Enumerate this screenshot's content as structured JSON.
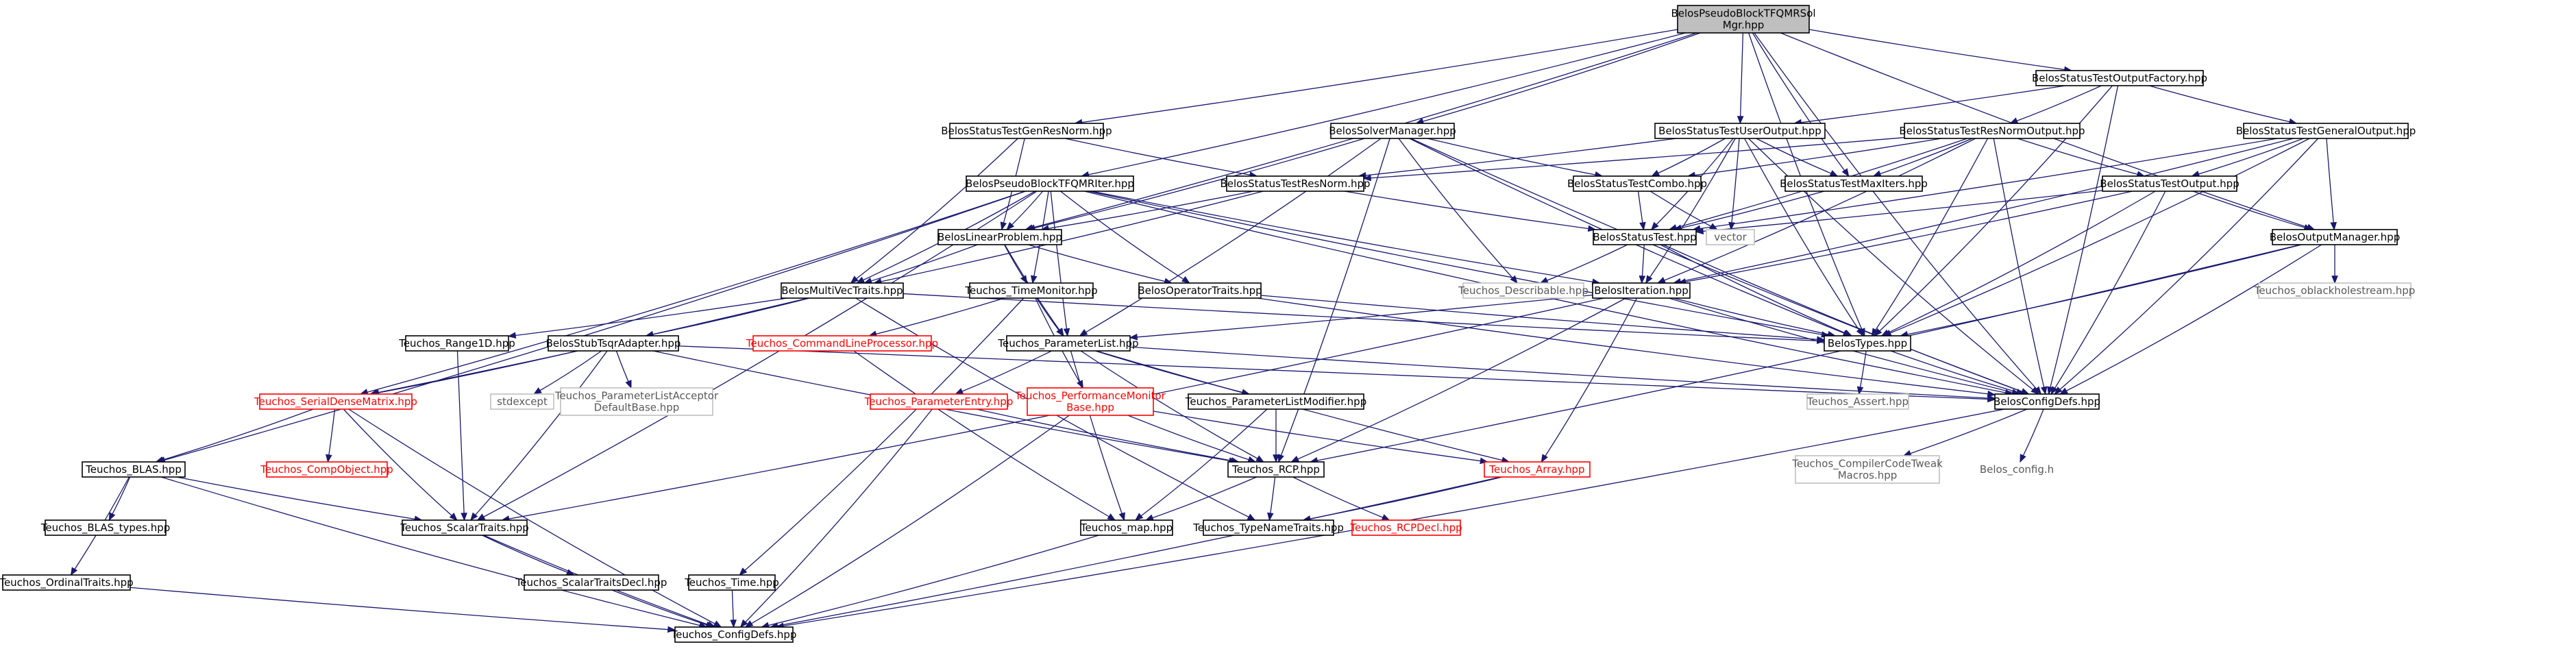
{
  "diagram": {
    "nodes": [
      {
        "id": "root",
        "lines": [
          "BelosPseudoBlockTFQMRSol",
          "Mgr.hpp"
        ],
        "kind": "root"
      },
      {
        "id": "gen_res_norm",
        "lines": [
          "BelosStatusTestGenResNorm.hpp"
        ],
        "kind": "normal"
      },
      {
        "id": "solver_manager",
        "lines": [
          "BelosSolverManager.hpp"
        ],
        "kind": "normal"
      },
      {
        "id": "user_output",
        "lines": [
          "BelosStatusTestUserOutput.hpp"
        ],
        "kind": "normal"
      },
      {
        "id": "output_factory",
        "lines": [
          "BelosStatusTestOutputFactory.hpp"
        ],
        "kind": "normal"
      },
      {
        "id": "res_norm_output",
        "lines": [
          "BelosStatusTestResNormOutput.hpp"
        ],
        "kind": "normal"
      },
      {
        "id": "general_output",
        "lines": [
          "BelosStatusTestGeneralOutput.hpp"
        ],
        "kind": "normal"
      },
      {
        "id": "tfqmr_iter",
        "lines": [
          "BelosPseudoBlockTFQMRIter.hpp"
        ],
        "kind": "normal"
      },
      {
        "id": "res_norm",
        "lines": [
          "BelosStatusTestResNorm.hpp"
        ],
        "kind": "normal"
      },
      {
        "id": "combo",
        "lines": [
          "BelosStatusTestCombo.hpp"
        ],
        "kind": "normal"
      },
      {
        "id": "max_iters",
        "lines": [
          "BelosStatusTestMaxIters.hpp"
        ],
        "kind": "normal"
      },
      {
        "id": "test_output",
        "lines": [
          "BelosStatusTestOutput.hpp"
        ],
        "kind": "normal"
      },
      {
        "id": "linear_problem",
        "lines": [
          "BelosLinearProblem.hpp"
        ],
        "kind": "normal"
      },
      {
        "id": "status_test",
        "lines": [
          "BelosStatusTest.hpp"
        ],
        "kind": "normal"
      },
      {
        "id": "vector",
        "lines": [
          "vector"
        ],
        "kind": "gray"
      },
      {
        "id": "output_manager",
        "lines": [
          "BelosOutputManager.hpp"
        ],
        "kind": "normal"
      },
      {
        "id": "multivec",
        "lines": [
          "BelosMultiVecTraits.hpp"
        ],
        "kind": "normal"
      },
      {
        "id": "time_monitor",
        "lines": [
          "Teuchos_TimeMonitor.hpp"
        ],
        "kind": "normal"
      },
      {
        "id": "operator_traits",
        "lines": [
          "BelosOperatorTraits.hpp"
        ],
        "kind": "normal"
      },
      {
        "id": "describable",
        "lines": [
          "Teuchos_Describable.hpp"
        ],
        "kind": "gray"
      },
      {
        "id": "iteration",
        "lines": [
          "BelosIteration.hpp"
        ],
        "kind": "normal"
      },
      {
        "id": "oblackhole",
        "lines": [
          "Teuchos_oblackholestream.hpp"
        ],
        "kind": "gray"
      },
      {
        "id": "range1d",
        "lines": [
          "Teuchos_Range1D.hpp"
        ],
        "kind": "normal"
      },
      {
        "id": "stub_tsqr",
        "lines": [
          "BelosStubTsqrAdapter.hpp"
        ],
        "kind": "normal"
      },
      {
        "id": "cmdline",
        "lines": [
          "Teuchos_CommandLineProcessor.hpp"
        ],
        "kind": "red"
      },
      {
        "id": "param_list",
        "lines": [
          "Teuchos_ParameterList.hpp"
        ],
        "kind": "normal"
      },
      {
        "id": "belos_types",
        "lines": [
          "BelosTypes.hpp"
        ],
        "kind": "normal"
      },
      {
        "id": "serial_dense",
        "lines": [
          "Teuchos_SerialDenseMatrix.hpp"
        ],
        "kind": "red"
      },
      {
        "id": "stdexcept",
        "lines": [
          "stdexcept"
        ],
        "kind": "gray"
      },
      {
        "id": "plist_acceptor",
        "lines": [
          "Teuchos_ParameterListAcceptor",
          "DefaultBase.hpp"
        ],
        "kind": "gray"
      },
      {
        "id": "param_entry",
        "lines": [
          "Teuchos_ParameterEntry.hpp"
        ],
        "kind": "red"
      },
      {
        "id": "perf_monitor",
        "lines": [
          "Teuchos_PerformanceMonitor",
          "Base.hpp"
        ],
        "kind": "red"
      },
      {
        "id": "plist_modifier",
        "lines": [
          "Teuchos_ParameterListModifier.hpp"
        ],
        "kind": "normal"
      },
      {
        "id": "assert",
        "lines": [
          "Teuchos_Assert.hpp"
        ],
        "kind": "gray"
      },
      {
        "id": "belos_config",
        "lines": [
          "BelosConfigDefs.hpp"
        ],
        "kind": "normal"
      },
      {
        "id": "blas",
        "lines": [
          "Teuchos_BLAS.hpp"
        ],
        "kind": "normal"
      },
      {
        "id": "comp_object",
        "lines": [
          "Teuchos_CompObject.hpp"
        ],
        "kind": "red"
      },
      {
        "id": "rcp",
        "lines": [
          "Teuchos_RCP.hpp"
        ],
        "kind": "normal"
      },
      {
        "id": "array",
        "lines": [
          "Teuchos_Array.hpp"
        ],
        "kind": "red"
      },
      {
        "id": "compiler_tweak",
        "lines": [
          "Teuchos_CompilerCodeTweak",
          "Macros.hpp"
        ],
        "kind": "gray"
      },
      {
        "id": "belos_config_h",
        "lines": [
          "Belos_config.h"
        ],
        "kind": "none"
      },
      {
        "id": "blas_types",
        "lines": [
          "Teuchos_BLAS_types.hpp"
        ],
        "kind": "normal"
      },
      {
        "id": "scalar_traits",
        "lines": [
          "Teuchos_ScalarTraits.hpp"
        ],
        "kind": "normal"
      },
      {
        "id": "rcp_decl",
        "lines": [
          "Teuchos_RCPDecl.hpp"
        ],
        "kind": "red"
      },
      {
        "id": "map",
        "lines": [
          "Teuchos_map.hpp"
        ],
        "kind": "normal"
      },
      {
        "id": "typename_traits",
        "lines": [
          "Teuchos_TypeNameTraits.hpp"
        ],
        "kind": "normal"
      },
      {
        "id": "ordinal_traits",
        "lines": [
          "Teuchos_OrdinalTraits.hpp"
        ],
        "kind": "normal"
      },
      {
        "id": "scalar_traits_decl",
        "lines": [
          "Teuchos_ScalarTraitsDecl.hpp"
        ],
        "kind": "normal"
      },
      {
        "id": "time",
        "lines": [
          "Teuchos_Time.hpp"
        ],
        "kind": "normal"
      },
      {
        "id": "teuchos_config",
        "lines": [
          "Teuchos_ConfigDefs.hpp"
        ],
        "kind": "normal"
      }
    ],
    "edges": [
      [
        "root",
        "gen_res_norm"
      ],
      [
        "root",
        "solver_manager"
      ],
      [
        "root",
        "user_output"
      ],
      [
        "root",
        "output_factory"
      ],
      [
        "root",
        "tfqmr_iter"
      ],
      [
        "root",
        "linear_problem"
      ],
      [
        "root",
        "max_iters"
      ],
      [
        "root",
        "output_manager"
      ],
      [
        "root",
        "belos_types"
      ],
      [
        "root",
        "belos_config"
      ],
      [
        "gen_res_norm",
        "res_norm"
      ],
      [
        "gen_res_norm",
        "linear_problem"
      ],
      [
        "gen_res_norm",
        "multivec"
      ],
      [
        "solver_manager",
        "linear_problem"
      ],
      [
        "solver_manager",
        "combo"
      ],
      [
        "solver_manager",
        "describable"
      ],
      [
        "solver_manager",
        "param_list"
      ],
      [
        "solver_manager",
        "belos_types"
      ],
      [
        "solver_manager",
        "belos_config"
      ],
      [
        "solver_manager",
        "rcp"
      ],
      [
        "user_output",
        "res_norm"
      ],
      [
        "user_output",
        "combo"
      ],
      [
        "user_output",
        "max_iters"
      ],
      [
        "user_output",
        "status_test"
      ],
      [
        "user_output",
        "vector"
      ],
      [
        "user_output",
        "iteration"
      ],
      [
        "user_output",
        "belos_types"
      ],
      [
        "user_output",
        "belos_config"
      ],
      [
        "output_factory",
        "user_output"
      ],
      [
        "output_factory",
        "res_norm_output"
      ],
      [
        "output_factory",
        "general_output"
      ],
      [
        "output_factory",
        "belos_types"
      ],
      [
        "output_factory",
        "belos_config"
      ],
      [
        "res_norm_output",
        "res_norm"
      ],
      [
        "res_norm_output",
        "combo"
      ],
      [
        "res_norm_output",
        "max_iters"
      ],
      [
        "res_norm_output",
        "test_output"
      ],
      [
        "res_norm_output",
        "status_test"
      ],
      [
        "res_norm_output",
        "iteration"
      ],
      [
        "res_norm_output",
        "belos_types"
      ],
      [
        "res_norm_output",
        "belos_config"
      ],
      [
        "general_output",
        "test_output"
      ],
      [
        "general_output",
        "status_test"
      ],
      [
        "general_output",
        "output_manager"
      ],
      [
        "general_output",
        "iteration"
      ],
      [
        "general_output",
        "belos_types"
      ],
      [
        "general_output",
        "belos_config"
      ],
      [
        "tfqmr_iter",
        "linear_problem"
      ],
      [
        "tfqmr_iter",
        "multivec"
      ],
      [
        "tfqmr_iter",
        "time_monitor"
      ],
      [
        "tfqmr_iter",
        "operator_traits"
      ],
      [
        "tfqmr_iter",
        "iteration"
      ],
      [
        "tfqmr_iter",
        "param_list"
      ],
      [
        "tfqmr_iter",
        "belos_types"
      ],
      [
        "tfqmr_iter",
        "belos_config"
      ],
      [
        "tfqmr_iter",
        "blas"
      ],
      [
        "tfqmr_iter",
        "scalar_traits"
      ],
      [
        "tfqmr_iter",
        "serial_dense"
      ],
      [
        "res_norm",
        "status_test"
      ],
      [
        "res_norm",
        "multivec"
      ],
      [
        "res_norm",
        "linear_problem"
      ],
      [
        "combo",
        "status_test"
      ],
      [
        "combo",
        "vector"
      ],
      [
        "max_iters",
        "status_test"
      ],
      [
        "test_output",
        "status_test"
      ],
      [
        "test_output",
        "output_manager"
      ],
      [
        "test_output",
        "iteration"
      ],
      [
        "test_output",
        "belos_types"
      ],
      [
        "test_output",
        "belos_config"
      ],
      [
        "linear_problem",
        "multivec"
      ],
      [
        "linear_problem",
        "operator_traits"
      ],
      [
        "linear_problem",
        "time_monitor"
      ],
      [
        "linear_problem",
        "param_list"
      ],
      [
        "status_test",
        "describable"
      ],
      [
        "status_test",
        "iteration"
      ],
      [
        "status_test",
        "belos_types"
      ],
      [
        "status_test",
        "belos_config"
      ],
      [
        "output_manager",
        "oblackhole"
      ],
      [
        "output_manager",
        "belos_types"
      ],
      [
        "output_manager",
        "belos_config"
      ],
      [
        "output_manager",
        "rcp"
      ],
      [
        "multivec",
        "range1d"
      ],
      [
        "multivec",
        "stub_tsqr"
      ],
      [
        "multivec",
        "serial_dense"
      ],
      [
        "multivec",
        "belos_types"
      ],
      [
        "multivec",
        "typename_traits"
      ],
      [
        "time_monitor",
        "cmdline"
      ],
      [
        "time_monitor",
        "param_list"
      ],
      [
        "time_monitor",
        "perf_monitor"
      ],
      [
        "time_monitor",
        "time"
      ],
      [
        "operator_traits",
        "belos_types"
      ],
      [
        "operator_traits",
        "belos_config"
      ],
      [
        "iteration",
        "param_list"
      ],
      [
        "iteration",
        "belos_types"
      ],
      [
        "iteration",
        "belos_config"
      ],
      [
        "iteration",
        "rcp"
      ],
      [
        "iteration",
        "array"
      ],
      [
        "iteration",
        "scalar_traits"
      ],
      [
        "range1d",
        "scalar_traits"
      ],
      [
        "stub_tsqr",
        "stdexcept"
      ],
      [
        "stub_tsqr",
        "plist_acceptor"
      ],
      [
        "stub_tsqr",
        "serial_dense"
      ],
      [
        "stub_tsqr",
        "rcp"
      ],
      [
        "stub_tsqr",
        "scalar_traits"
      ],
      [
        "stub_tsqr",
        "belos_config"
      ],
      [
        "cmdline",
        "map"
      ],
      [
        "param_list",
        "param_entry"
      ],
      [
        "param_list",
        "plist_modifier"
      ],
      [
        "param_list",
        "rcp"
      ],
      [
        "param_list",
        "map"
      ],
      [
        "param_list",
        "array"
      ],
      [
        "param_list",
        "belos_config"
      ],
      [
        "belos_types",
        "assert"
      ],
      [
        "belos_types",
        "belos_config"
      ],
      [
        "serial_dense",
        "blas"
      ],
      [
        "serial_dense",
        "comp_object"
      ],
      [
        "serial_dense",
        "scalar_traits"
      ],
      [
        "serial_dense",
        "teuchos_config"
      ],
      [
        "param_entry",
        "rcp"
      ],
      [
        "param_entry",
        "teuchos_config"
      ],
      [
        "perf_monitor",
        "rcp"
      ],
      [
        "perf_monitor",
        "array"
      ],
      [
        "perf_monitor",
        "teuchos_config"
      ],
      [
        "plist_modifier",
        "rcp"
      ],
      [
        "plist_modifier",
        "map"
      ],
      [
        "belos_config",
        "compiler_tweak"
      ],
      [
        "belos_config",
        "belos_config_h"
      ],
      [
        "belos_config",
        "teuchos_config"
      ],
      [
        "blas",
        "blas_types"
      ],
      [
        "blas",
        "scalar_traits"
      ],
      [
        "blas",
        "ordinal_traits"
      ],
      [
        "blas",
        "teuchos_config"
      ],
      [
        "rcp",
        "rcp_decl"
      ],
      [
        "rcp",
        "map"
      ],
      [
        "rcp",
        "typename_traits"
      ],
      [
        "array",
        "typename_traits"
      ],
      [
        "array",
        "teuchos_config"
      ],
      [
        "scalar_traits",
        "scalar_traits_decl"
      ],
      [
        "scalar_traits",
        "teuchos_config"
      ],
      [
        "map",
        "teuchos_config"
      ],
      [
        "ordinal_traits",
        "teuchos_config"
      ],
      [
        "scalar_traits_decl",
        "teuchos_config"
      ],
      [
        "time",
        "teuchos_config"
      ]
    ]
  }
}
